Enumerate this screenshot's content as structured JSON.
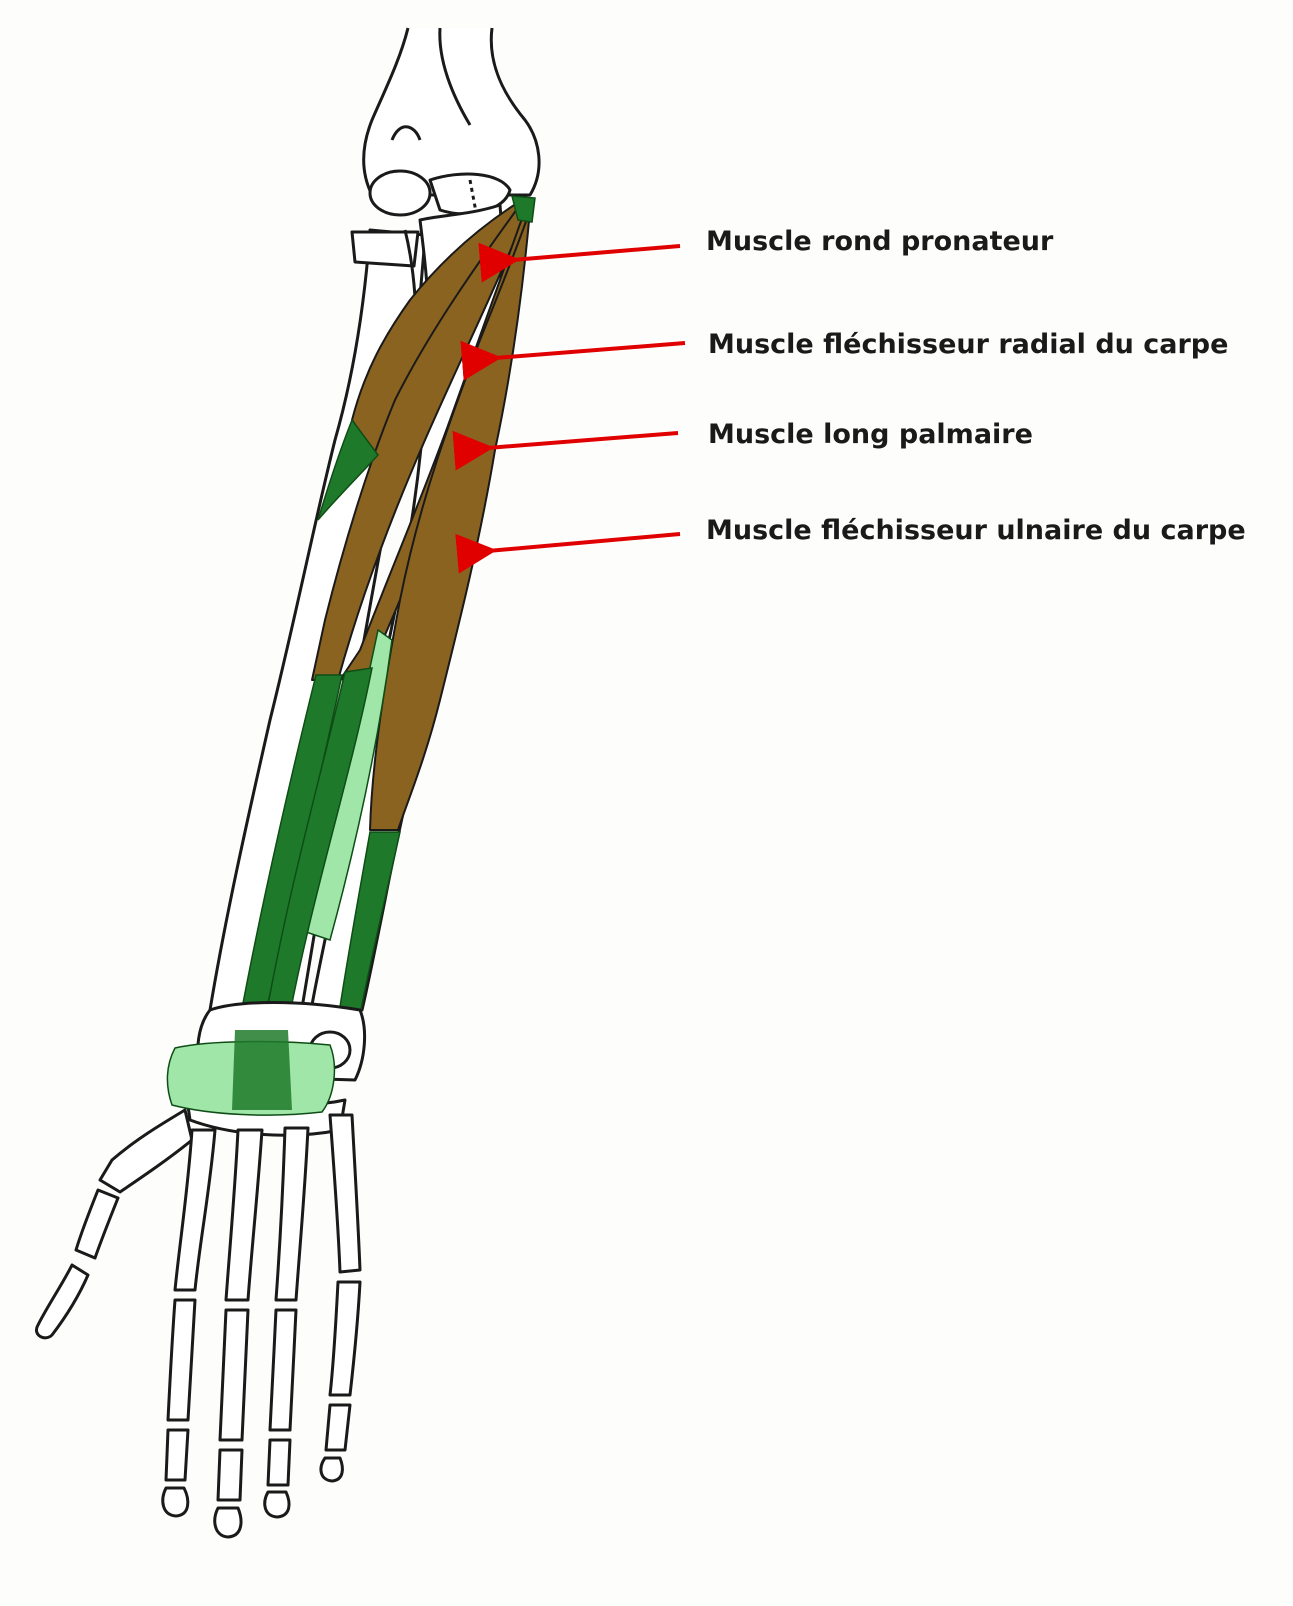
{
  "labels": {
    "rond_pronateur": "Muscle rond pronateur",
    "flechisseur_radial": "Muscle fléchisseur radial du carpe",
    "long_palmaire": "Muscle long palmaire",
    "flechisseur_ulnaire": "Muscle fléchisseur ulnaire du carpe"
  },
  "colors": {
    "background": "#fdfdfb",
    "muscle_belly": "#8b6320",
    "tendon": "#1e7a2a",
    "light_tendon": "#9fe6a8",
    "bone_outline": "#1a1a1a",
    "arrow": "#e00000"
  }
}
